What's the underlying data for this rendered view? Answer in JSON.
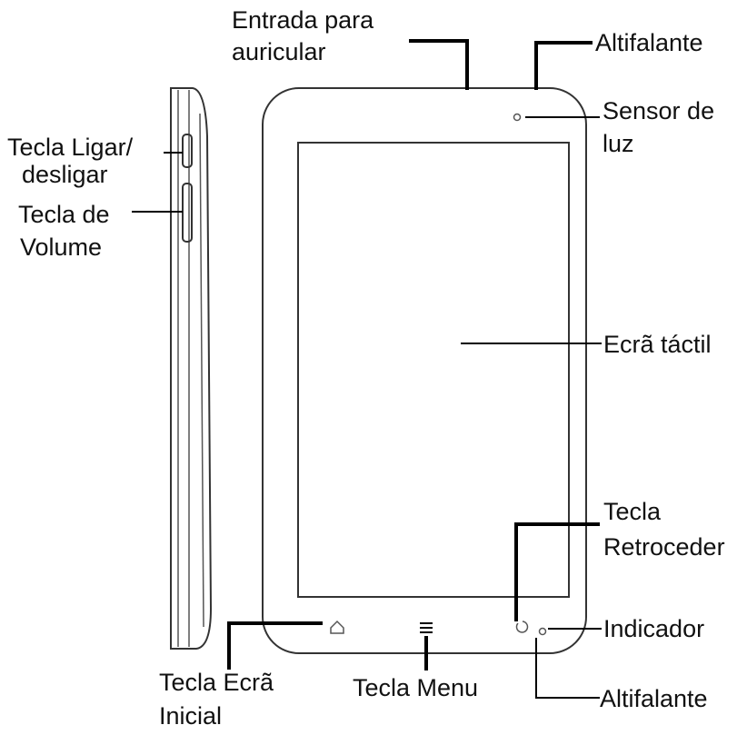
{
  "labels": {
    "audio_jack_line1": "Entrada para",
    "audio_jack_line2": "auricular",
    "speaker_top": "Altifalante",
    "light_sensor_line1": "Sensor de",
    "light_sensor_line2": "luz",
    "power_key_line1": "Tecla Ligar/",
    "power_key_line2": "desligar",
    "volume_key_line1": "Tecla de",
    "volume_key_line2": "Volume",
    "touchscreen": "Ecrã táctil",
    "back_key_line1": "Tecla",
    "back_key_line2": "Retroceder",
    "indicator": "Indicador",
    "speaker_bottom": "Altifalante",
    "home_key_line1": "Tecla Ecrã",
    "home_key_line2": "Inicial",
    "menu_key": "Tecla Menu"
  },
  "icons": {
    "home": "home-icon",
    "menu": "menu-icon",
    "back": "back-icon"
  }
}
